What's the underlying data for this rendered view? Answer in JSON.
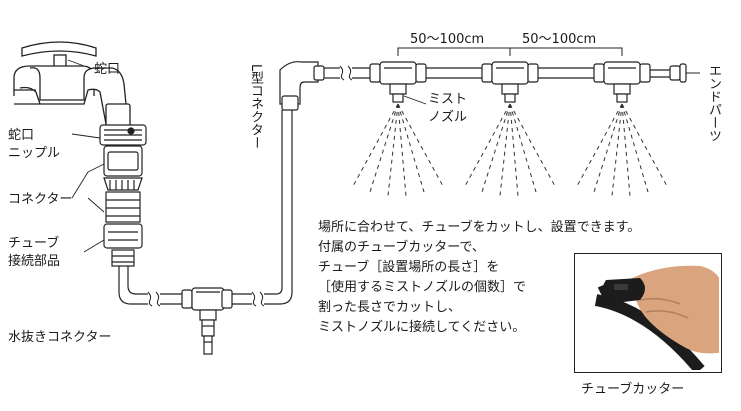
{
  "labels": {
    "faucet": "蛇口",
    "faucet_nipple": [
      "蛇口",
      "ニップル"
    ],
    "connector": "コネクター",
    "tube_connection_part": [
      "チューブ",
      "接続部品"
    ],
    "drain_connector": "水抜きコネクター",
    "l_connector": "L型コネクター",
    "mist_nozzle": [
      "ミスト",
      "ノズル"
    ],
    "end_parts": "エンドパーツ",
    "spacing_1": "50～100cm",
    "spacing_2": "50～100cm"
  },
  "instructions": [
    "場所に合わせて、チューブをカットし、設置できます。",
    "付属のチューブカッターで、",
    "チューブ［設置場所の長さ］を",
    "［使用するミストノズルの個数］で",
    "割った長さでカットし、",
    "ミストノズルに接続してください。"
  ],
  "cutter_caption": "チューブカッター",
  "colors": {
    "line": "#222222",
    "hand": "#d9a47e",
    "tube": "#1c1c1c"
  }
}
